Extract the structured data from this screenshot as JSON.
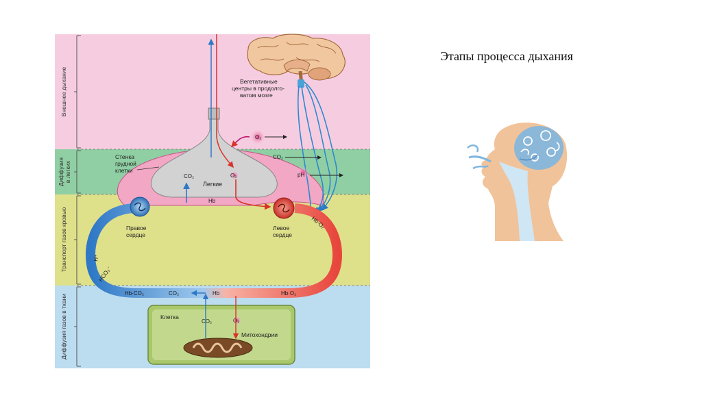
{
  "slide": {
    "title": "Этапы процесса дыхания",
    "colors": {
      "pink": "#f6cde0",
      "green": "#8fcfa3",
      "yellow": "#dfe08a",
      "blue": "#bcdcef",
      "artery": "#e8463c",
      "vein": "#2e78c6"
    }
  },
  "zones": {
    "external": "Внешнее дыхание",
    "lung_diffusion_1": "Диффузия",
    "lung_diffusion_2": "в легких",
    "transport": "Транспорт газов кровью",
    "tissue": "Диффузия газов в ткани"
  },
  "labels": {
    "brain_1": "Вегетативные",
    "brain_2": "центры в продолго-",
    "brain_3": "ватом мозге",
    "chest_1": "Стенка",
    "chest_2": "грудной",
    "chest_3": "клетки",
    "lungs": "Легкие",
    "right_heart_1": "Правое",
    "right_heart_2": "сердце",
    "left_heart_1": "Левое",
    "left_heart_2": "сердце",
    "cell": "Клетка",
    "mito": "Митохондрии"
  },
  "chem": {
    "co2": "CO₂",
    "o2": "O₂",
    "ph": "pH",
    "hb": "Hb",
    "hb_o2": "Hb·O₂",
    "hb_co2": "Hb·CO₂",
    "hco3": "HCO₃⁻",
    "h_plus": "H⁺"
  },
  "icons": [
    "brain-icon",
    "head-breathing-icon",
    "right-heart-icon",
    "left-heart-icon",
    "mitochondrion-icon"
  ]
}
